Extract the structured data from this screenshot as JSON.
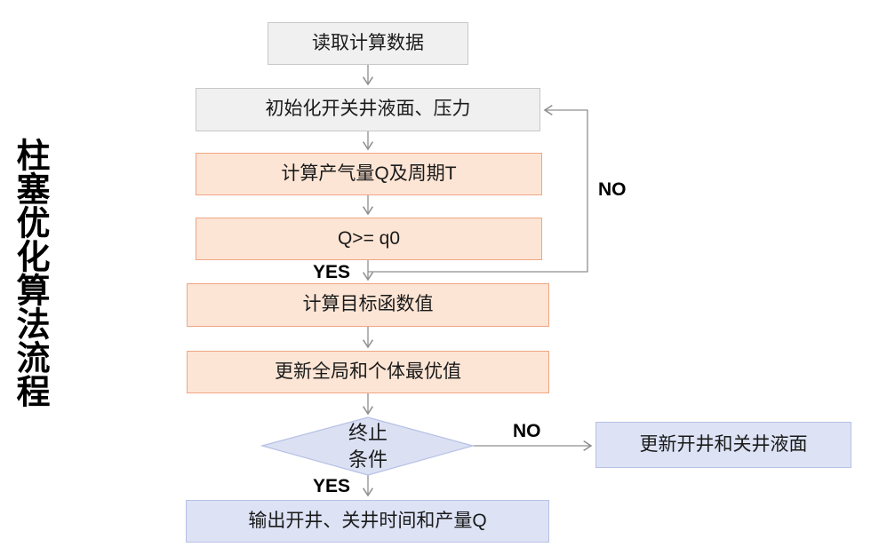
{
  "title": {
    "text": "柱塞优化算法流程"
  },
  "nodes": {
    "read_data": {
      "label": "读取计算数据"
    },
    "init": {
      "label": "初始化开关井液面、压力"
    },
    "compute_q": {
      "label": "计算产气量Q及周期T"
    },
    "q_check": {
      "label": "Q>= q0"
    },
    "objective": {
      "label": "计算目标函数值"
    },
    "update_best": {
      "label": "更新全局和个体最优值"
    },
    "terminate": {
      "line1": "终止",
      "line2": "条件"
    },
    "update_levels": {
      "label": "更新开井和关井液面"
    },
    "output": {
      "label": "输出开井、关井时间和产量Q"
    }
  },
  "edge_labels": {
    "q_yes": "YES",
    "q_no": "NO",
    "term_yes": "YES",
    "term_no": "NO"
  },
  "colors": {
    "gray_fill": "#f0f0f0",
    "gray_border": "#c7c7c7",
    "orange_fill": "#fce5d5",
    "orange_border": "#f0a583",
    "blue_fill": "#dde3f5",
    "blue_border": "#b7c0e5",
    "line": "#8f8f8f",
    "text": "#1a1a1a"
  }
}
